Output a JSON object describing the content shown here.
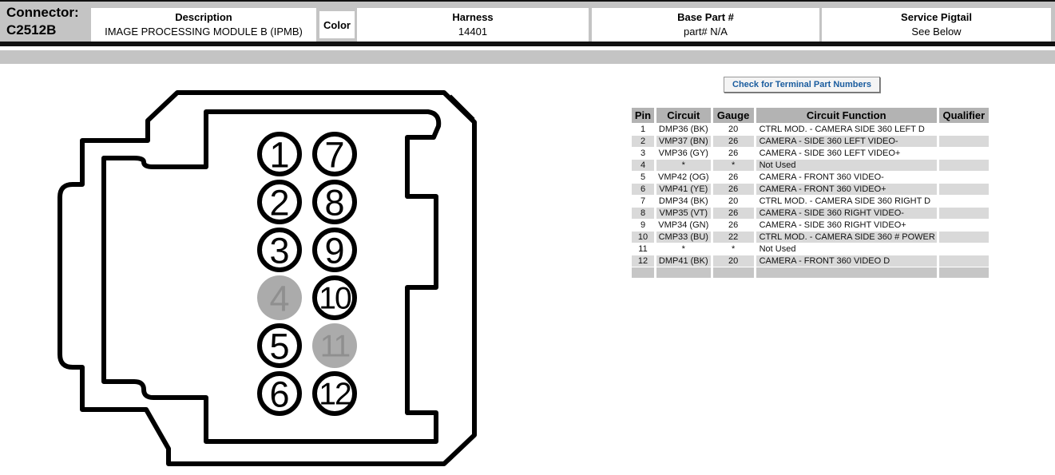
{
  "header": {
    "connector_label": "Connector:",
    "connector_id": "C2512B",
    "fields": [
      {
        "label": "Description",
        "value": "IMAGE PROCESSING MODULE B (IPMB)"
      },
      {
        "label": "Color",
        "value": ""
      },
      {
        "label": "Harness",
        "value": "14401"
      },
      {
        "label": "Base Part #",
        "value": "part# N/A"
      },
      {
        "label": "Service Pigtail",
        "value": "See Below"
      }
    ]
  },
  "actions": {
    "check_terminals_label": "Check for Terminal Part Numbers"
  },
  "diagram": {
    "pins": [
      {
        "number": "1",
        "used": true
      },
      {
        "number": "2",
        "used": true
      },
      {
        "number": "3",
        "used": true
      },
      {
        "number": "4",
        "used": false
      },
      {
        "number": "5",
        "used": true
      },
      {
        "number": "6",
        "used": true
      },
      {
        "number": "7",
        "used": true
      },
      {
        "number": "8",
        "used": true
      },
      {
        "number": "9",
        "used": true
      },
      {
        "number": "10",
        "used": true
      },
      {
        "number": "11",
        "used": false
      },
      {
        "number": "12",
        "used": true
      }
    ]
  },
  "pin_table": {
    "columns": [
      "Pin",
      "Circuit",
      "Gauge",
      "Circuit Function",
      "Qualifier"
    ],
    "rows": [
      [
        "1",
        "DMP36 (BK)",
        "20",
        "CTRL MOD. - CAMERA SIDE 360 LEFT D",
        ""
      ],
      [
        "2",
        "VMP37 (BN)",
        "26",
        "CAMERA - SIDE 360 LEFT VIDEO-",
        ""
      ],
      [
        "3",
        "VMP36 (GY)",
        "26",
        "CAMERA - SIDE 360 LEFT VIDEO+",
        ""
      ],
      [
        "4",
        "*",
        "*",
        "Not Used",
        ""
      ],
      [
        "5",
        "VMP42 (OG)",
        "26",
        "CAMERA - FRONT 360 VIDEO-",
        ""
      ],
      [
        "6",
        "VMP41 (YE)",
        "26",
        "CAMERA - FRONT 360 VIDEO+",
        ""
      ],
      [
        "7",
        "DMP34 (BK)",
        "20",
        "CTRL MOD. - CAMERA SIDE 360 RIGHT D",
        ""
      ],
      [
        "8",
        "VMP35 (VT)",
        "26",
        "CAMERA - SIDE 360 RIGHT VIDEO-",
        ""
      ],
      [
        "9",
        "VMP34 (GN)",
        "26",
        "CAMERA - SIDE 360 RIGHT VIDEO+",
        ""
      ],
      [
        "10",
        "CMP33 (BU)",
        "22",
        "CTRL MOD. - CAMERA SIDE 360 # POWER",
        ""
      ],
      [
        "11",
        "*",
        "*",
        "Not Used",
        ""
      ],
      [
        "12",
        "DMP41 (BK)",
        "20",
        "CAMERA - FRONT 360 VIDEO D",
        ""
      ]
    ]
  },
  "colors": {
    "header_gray": "#c4c4c4",
    "table_header_gray": "#b3b3b3",
    "row_alt_gray": "#d9d9d9",
    "end_row_gray": "#c6c6c6",
    "button_text_blue": "#1a5c9e",
    "unused_pin_fill": "#ababab",
    "unused_pin_text": "#8f8f8f",
    "line_black": "#000000"
  }
}
